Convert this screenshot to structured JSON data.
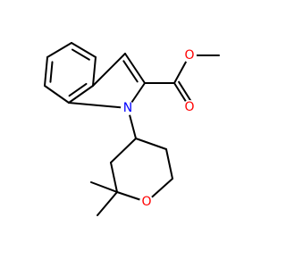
{
  "molecule": {
    "colors": {
      "bond": "#000000",
      "nitrogen": "#0000ff",
      "oxygen": "#ff0000",
      "background": "#ffffff"
    },
    "atom_labels": [
      {
        "id": "N1",
        "text": "N",
        "element": "nitrogen"
      },
      {
        "id": "O_carbonyl",
        "text": "O",
        "element": "oxygen"
      },
      {
        "id": "O_ester",
        "text": "O",
        "element": "oxygen"
      },
      {
        "id": "O_ring",
        "text": "O",
        "element": "oxygen"
      }
    ]
  }
}
